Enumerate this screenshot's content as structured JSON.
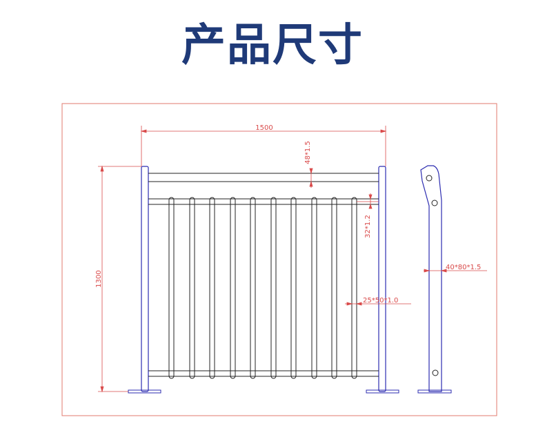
{
  "page": {
    "title": "产品尺寸"
  },
  "colors": {
    "title": "#1f3a78",
    "frame_border": "#e07a6e",
    "post_stroke": "#2b2bb0",
    "tube_stroke": "#222222",
    "dimension": "#d94a4a"
  },
  "dimensions": {
    "width": "1500",
    "height": "1300",
    "top_rail": "48*1.5",
    "bottom_rail": "32*1.2",
    "baluster": "25*50*1.0",
    "post": "40*80*1.5"
  }
}
